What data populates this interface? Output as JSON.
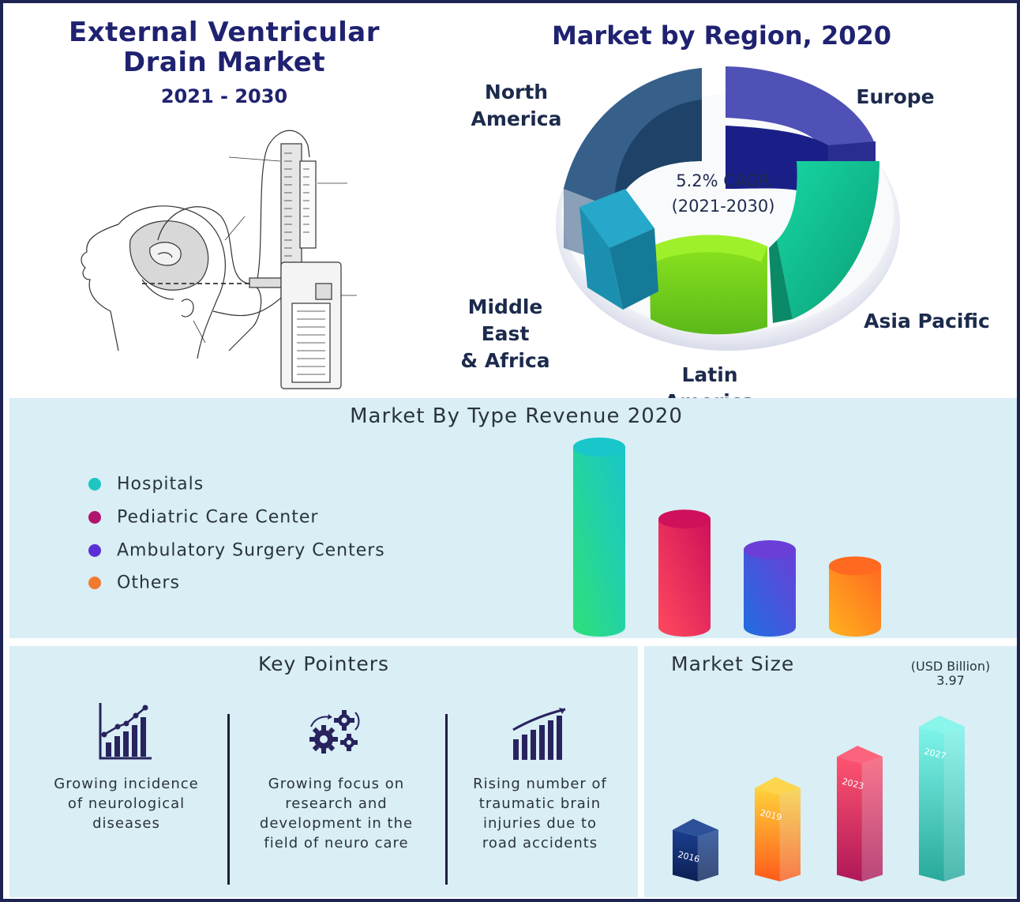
{
  "header": {
    "title_line1": "External Ventricular",
    "title_line2": "Drain Market",
    "years": "2021 - 2030"
  },
  "region": {
    "title": "Market by Region, 2020",
    "cagr_line1": "5.2% CAGR",
    "cagr_line2": "(2021-2030)",
    "labels": {
      "north_america_1": "North",
      "north_america_2": "America",
      "europe": "Europe",
      "asia_pacific": "Asia Pacific",
      "latin_america": "Latin America",
      "mea_1": "Middle East",
      "mea_2": "& Africa"
    },
    "colors": {
      "north_america": "#3f6a98",
      "europe": "#2a2d8f",
      "asia_pacific": "#14b98a",
      "latin_america": "#7ed321",
      "mea": "#1b8fb0"
    }
  },
  "type_revenue": {
    "title": "Market By Type Revenue 2020",
    "legend": [
      {
        "label": "Hospitals",
        "color": "#1fc5c0"
      },
      {
        "label": "Pediatric Care Center",
        "color": "#b0166e"
      },
      {
        "label": "Ambulatory Surgery Centers",
        "color": "#5a2fd6"
      },
      {
        "label": "Others",
        "color": "#f07a2d"
      }
    ]
  },
  "key_pointers": {
    "title": "Key Pointers",
    "items": [
      {
        "line1": "Growing incidence",
        "line2": "of neurological",
        "line3": "diseases",
        "line4": "",
        "icon": "rising-bar-chart-icon"
      },
      {
        "line1": "Growing focus on",
        "line2": "research and",
        "line3": "development in the",
        "line4": "field of neuro care",
        "icon": "gears-icon"
      },
      {
        "line1": "Rising number of",
        "line2": "traumatic brain",
        "line3": "injuries due to",
        "line4": "road accidents",
        "icon": "ascending-bars-icon"
      }
    ]
  },
  "market_size": {
    "title": "Market Size",
    "unit": "(USD Billion)",
    "value_label": "3.97"
  },
  "chart_data": [
    {
      "type": "bar",
      "title": "Market By Type Revenue 2020",
      "categories": [
        "Hospitals",
        "Pediatric Care Center",
        "Ambulatory Surgery Centers",
        "Others"
      ],
      "values": [
        100,
        60,
        43,
        34
      ],
      "colors": [
        [
          "#2ee07a",
          "#19c6c9"
        ],
        [
          "#ff4a5e",
          "#d0105a"
        ],
        [
          "#1f6fe0",
          "#6a3fd8"
        ],
        [
          "#ffb21e",
          "#ff6a20"
        ]
      ]
    },
    {
      "type": "bar",
      "title": "Market Size",
      "categories": [
        "2016",
        "2019",
        "2023",
        "2027"
      ],
      "values": [
        1.5,
        2.5,
        3.25,
        3.97
      ],
      "colors": [
        [
          "#1a3f8f",
          "#0c1f55"
        ],
        [
          "#ffd23a",
          "#ff5a1a"
        ],
        [
          "#ff5470",
          "#b01858"
        ],
        [
          "#7ff5ea",
          "#28a99a"
        ]
      ]
    }
  ]
}
